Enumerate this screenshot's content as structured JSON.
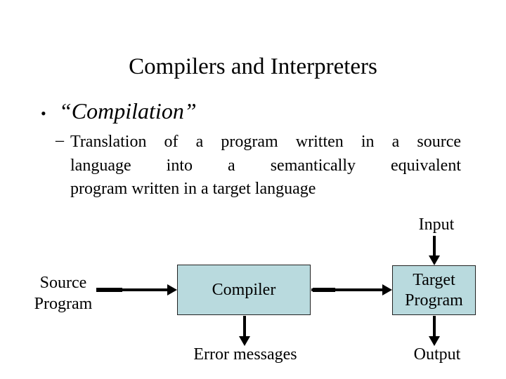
{
  "title": "Compilers and Interpreters",
  "bullet": {
    "marker": "•",
    "text": "“Compilation”"
  },
  "sub_bullet": {
    "marker": "–",
    "lines": [
      "Translation of a program written in a source",
      "language into a semantically equivalent",
      "program written in a target language"
    ]
  },
  "diagram": {
    "input_label": "Input",
    "output_label": "Output",
    "error_label": "Error messages",
    "compiler_label": "Compiler",
    "source_program_lines": [
      "Source",
      "Program"
    ],
    "target_program_lines": [
      "Target",
      "Program"
    ]
  },
  "colors": {
    "background": "#ffffff",
    "text": "#000000",
    "box_fill": "#b9dade",
    "box_border": "#222222",
    "arrow": "#000000"
  }
}
